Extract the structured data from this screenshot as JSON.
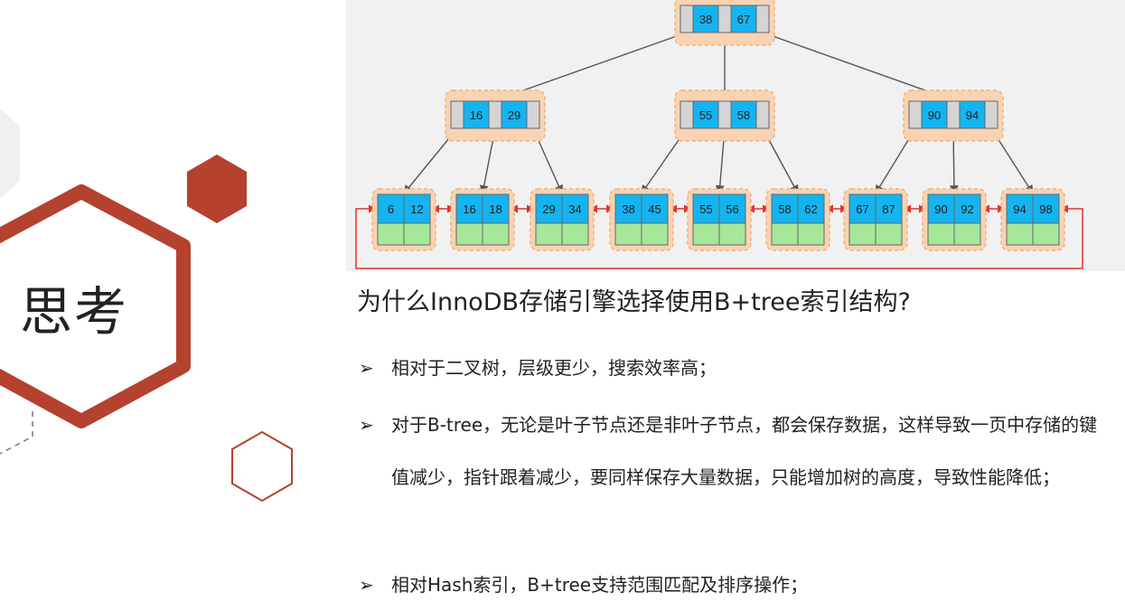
{
  "slide": {
    "title": "思考",
    "question": "为什么InnoDB存储引擎选择使用B+tree索引结构?",
    "bullet_marker": "➢",
    "bullets": [
      "相对于二叉树，层级更少，搜索效率高；",
      "对于B-tree，无论是叶子节点还是非叶子节点，都会保存数据，这样导致一页中存储的键值减少，指针跟着减少，要同样保存大量数据，只能增加树的高度，导致性能降低；",
      "相对Hash索引，B+tree支持范围匹配及排序操作；"
    ]
  },
  "tree": {
    "root": [
      "38",
      "67"
    ],
    "internal": [
      [
        "16",
        "29"
      ],
      [
        "55",
        "58"
      ],
      [
        "90",
        "94"
      ]
    ],
    "leaves": [
      [
        "6",
        "12"
      ],
      [
        "16",
        "18"
      ],
      [
        "29",
        "34"
      ],
      [
        "38",
        "45"
      ],
      [
        "55",
        "56"
      ],
      [
        "58",
        "62"
      ],
      [
        "67",
        "87"
      ],
      [
        "90",
        "92"
      ],
      [
        "94",
        "98"
      ]
    ]
  },
  "colors": {
    "accent_red": "#b5412f",
    "node_halo": "#f8d3b3",
    "key_blue": "#14b4f0",
    "pointer_grey": "#d4d4d4",
    "leaf_green": "#a6e79a",
    "leaf_link_red": "#e5322d",
    "edge_grey": "#555555"
  }
}
